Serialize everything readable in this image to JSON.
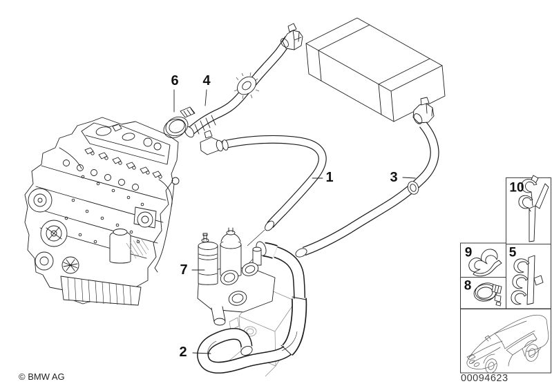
{
  "callouts": {
    "n1": "1",
    "n2": "2",
    "n3": "3",
    "n4": "4",
    "n5": "5",
    "n6": "6",
    "n7": "7",
    "n8": "8",
    "n9": "9",
    "n10": "10"
  },
  "footer": {
    "copyright": "© BMW AG",
    "document_number": "00094623"
  },
  "colors": {
    "line": "#1c1c1c",
    "ghost_line": "#8a8a8a",
    "box_border": "#3a3a3a",
    "background": "#ffffff",
    "text": "#111111"
  }
}
